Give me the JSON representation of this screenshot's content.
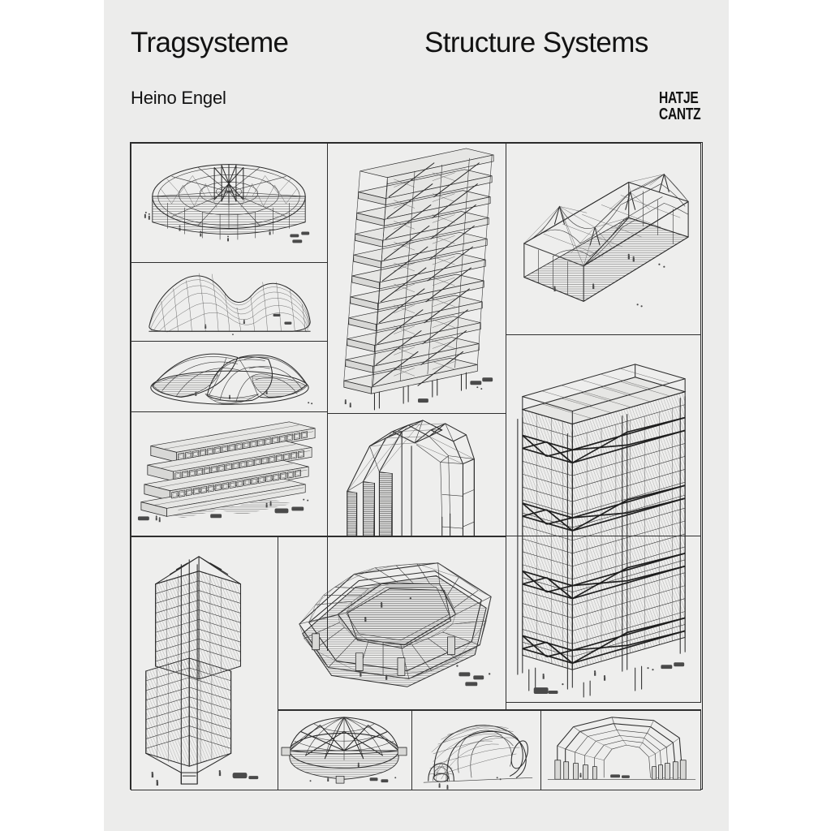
{
  "cover": {
    "background_color": "#ececeb",
    "text_color": "#121212",
    "outer_background": "#ffffff"
  },
  "header": {
    "title_german": "Tragsysteme",
    "title_english": "Structure Systems",
    "author": "Heino Engel",
    "publisher_line_1": "HATJE",
    "publisher_line_2": "CANTZ"
  },
  "plate_grid": {
    "description": "Grid of architectural structure-system axonometric line drawings",
    "border_color": "#2a2a2a",
    "panel_background": "#eeeeed",
    "panels": [
      {
        "id": "p1",
        "name": "circular-ribbed-dome-arena",
        "label": "Circular arena with radial ribbed roof structure"
      },
      {
        "id": "p2",
        "name": "hypar-grid-shell",
        "label": "Double-curved hyperbolic paraboloid grid shell"
      },
      {
        "id": "p3",
        "name": "intersecting-shell-domes",
        "label": "Intersecting lens-shaped shell domes"
      },
      {
        "id": "p4",
        "name": "modular-capsule-megastructure",
        "label": "Stacked modular capsule megastructure on piers"
      },
      {
        "id": "p5",
        "name": "staggered-slab-frame-tower",
        "label": "Staggered slab and braced-frame mid-rise"
      },
      {
        "id": "p6",
        "name": "folded-plate-portal-hall",
        "label": "Folded-plate portal frame hall"
      },
      {
        "id": "p7",
        "name": "long-span-tent-roof-hall",
        "label": "Long-span suspended tent-roof rectangular hall"
      },
      {
        "id": "p8",
        "name": "outrigger-braced-high-rise",
        "label": "Outrigger-braced high-rise tower with mega columns"
      },
      {
        "id": "p9",
        "name": "core-cantilever-tower",
        "label": "Core-and-cantilever twin-block tower"
      },
      {
        "id": "p10",
        "name": "space-frame-stadium-roof",
        "label": "Lenticular space-frame stadium roof"
      },
      {
        "id": "p11",
        "name": "geodesic-lattice-dome",
        "label": "Elliptical geodesic lattice dome"
      },
      {
        "id": "p12",
        "name": "intersecting-barrel-vaults",
        "label": "Intersecting gridded barrel vaults"
      },
      {
        "id": "p13",
        "name": "nested-arch-frame-shed",
        "label": "Nested arched frame shed / hangar"
      }
    ]
  }
}
